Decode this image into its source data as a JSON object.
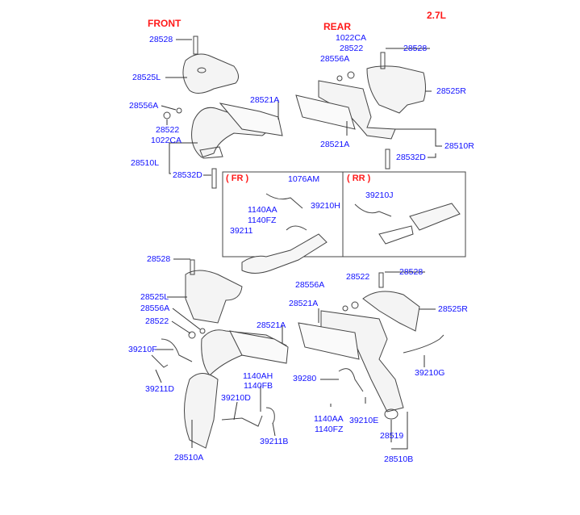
{
  "headers": {
    "front": "FRONT",
    "rear": "REAR",
    "engine": "2.7L",
    "fr": "( FR )",
    "rr": "( RR )"
  },
  "labels": {
    "t_28528_l": "28528",
    "t_1022ca_r": "1022CA",
    "t_28522_r": "28522",
    "t_28528_r": "28528",
    "t_28556a_r": "28556A",
    "t_28525l": "28525L",
    "t_28525r": "28525R",
    "t_28521a_l": "28521A",
    "t_28556a_l": "28556A",
    "t_28522_l": "28522",
    "t_1022ca_l": "1022CA",
    "t_28521a_r": "28521A",
    "t_28510r": "28510R",
    "t_28510l": "28510L",
    "t_28532d_r": "28532D",
    "t_28532d_l": "28532D",
    "fr_1076am": "1076AM",
    "fr_39210h": "39210H",
    "fr_1140aa": "1140AA",
    "fr_1140fz": "1140FZ",
    "fr_39211": "39211",
    "rr_39210j": "39210J",
    "b_28528_l": "28528",
    "b_28528_r": "28528",
    "b_28522_r": "28522",
    "b_28556a_r": "28556A",
    "b_28525l": "28525L",
    "b_28525r": "28525R",
    "b_28521a_r": "28521A",
    "b_28556a_l": "28556A",
    "b_28522_l": "28522",
    "b_28521a_l": "28521A",
    "b_39210f": "39210F",
    "b_39211d": "39211D",
    "b_1140ah": "1140AH",
    "b_1140fb": "1140FB",
    "b_39210d": "39210D",
    "b_39280": "39280",
    "b_39210g": "39210G",
    "b_1140aa": "1140AA",
    "b_1140fz": "1140FZ",
    "b_39210e": "39210E",
    "b_39211b": "39211B",
    "b_28519": "28519",
    "b_28510a": "28510A",
    "b_28510b": "28510B"
  },
  "colors": {
    "label": "#1010ff",
    "header": "#ff1a1a",
    "line": "#333333"
  }
}
